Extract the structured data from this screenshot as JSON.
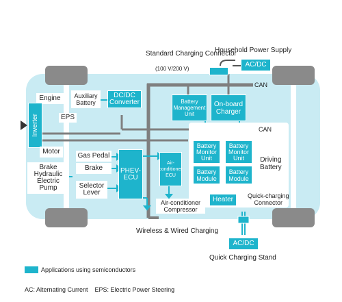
{
  "labels": {
    "household_power_supply": "Household Power Supply",
    "standard_charging_connector": "Standard Charging Connector",
    "standard_charging_voltage": "(100 V/200 V)",
    "can_top": "CAN",
    "can_mid": "CAN",
    "driving_battery": "Driving\nBattery",
    "quick_charging_connector": "Quick-charging\nConnector",
    "wireless_wired_charging": "Wireless & Wired Charging",
    "quick_charging_stand": "Quick Charging Stand"
  },
  "blocks": {
    "ac_dc_top": "AC/DC",
    "engine": "Engine",
    "auxiliary_battery": "Auxiliary\nBattery",
    "dcdc_converter": "DC/DC\nConverter",
    "battery_management_unit": "Battery\nManagement\nUnit",
    "onboard_charger": "On-board\nCharger",
    "inverter": "Inverter",
    "eps": "EPS",
    "motor": "Motor",
    "gas_pedal": "Gas Pedal",
    "brake": "Brake",
    "brake_hydraulic_pump": "Brake\nHydraulic\nElectric\nPump",
    "selector_lever": "Selector\nLever",
    "phev_ecu": "PHEV-\nECU",
    "aircon_ecu": "Air-\nconditioner\nECU",
    "aircon_compressor": "Air-conditioner\nCompressor",
    "battery_monitor_unit_1": "Battery\nMonitor\nUnit",
    "battery_monitor_unit_2": "Battery\nMonitor\nUnit",
    "battery_module_1": "Battery\nModule",
    "battery_module_2": "Battery\nModule",
    "heater": "Heater",
    "ac_dc_bottom": "AC/DC"
  },
  "legend": {
    "applications_using_semiconductors": "Applications using semiconductors",
    "abbreviations": "AC: Alternating Current    EPS: Electric Power Steering"
  },
  "colors": {
    "semiconductor": "#1eb4cc",
    "car_body": "#c9ebf3",
    "bus_gray": "#7f7f7f",
    "wheel": "#8a8a8a"
  }
}
